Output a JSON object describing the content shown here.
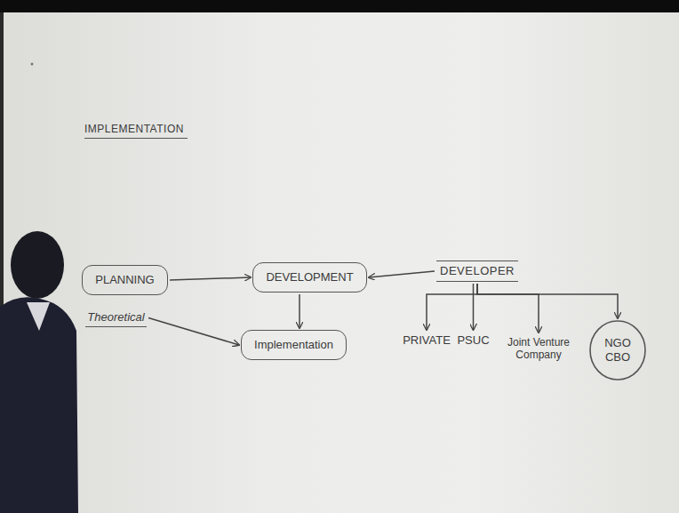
{
  "diagram": {
    "title": "IMPLEMENTATION",
    "nodes": [
      {
        "text": [
          "PLANNING"
        ]
      },
      {
        "text": [
          "DEVELOPMENT"
        ]
      },
      {
        "text": [
          "DEVELOPER"
        ]
      },
      {
        "text": [
          "Theoretical"
        ]
      },
      {
        "text": [
          "Implementation"
        ]
      },
      {
        "text": [
          "PRIVATE"
        ]
      },
      {
        "text": [
          "PSUC"
        ]
      },
      {
        "text": [
          "Joint Venture Company"
        ]
      },
      {
        "text": [
          "NGO CBO"
        ]
      }
    ],
    "edges": [
      {
        "from": 0,
        "to": 1,
        "arrow": "to"
      },
      {
        "from": 2,
        "to": 1,
        "arrow": "to"
      },
      {
        "from": 1,
        "to": 4,
        "arrow": "to"
      },
      {
        "from": 3,
        "to": 4,
        "arrow": "to"
      },
      {
        "from": 2,
        "to": 5,
        "arrow": "to"
      },
      {
        "from": 2,
        "to": 6,
        "arrow": "to"
      },
      {
        "from": 2,
        "to": 7,
        "arrow": "to"
      },
      {
        "from": 2,
        "to": 8,
        "arrow": "to"
      }
    ]
  }
}
